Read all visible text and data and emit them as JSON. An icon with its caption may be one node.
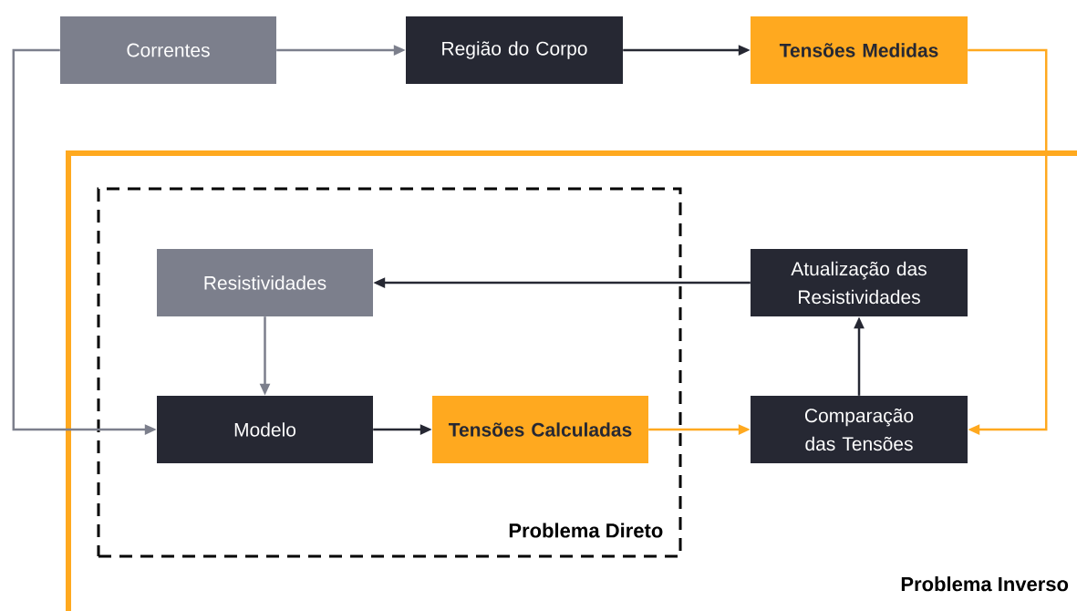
{
  "diagram": {
    "nodes": [
      {
        "text": [
          "Problema Inverso"
        ]
      },
      {
        "text": [
          "Problema Direto"
        ],
        "in": 0
      },
      {
        "text": [
          "Correntes"
        ]
      },
      {
        "text": [
          "Região do Corpo"
        ]
      },
      {
        "text": [
          "Tensões Medidas"
        ]
      },
      {
        "text": [
          "Resistividades"
        ],
        "in": 1
      },
      {
        "text": [
          "Modelo"
        ],
        "in": 1
      },
      {
        "text": [
          "Tensões Calculadas"
        ],
        "in": 1
      },
      {
        "text": [
          "Atualização das Resistividades"
        ],
        "in": 0
      },
      {
        "text": [
          "Comparação das Tensões"
        ],
        "in": 0
      }
    ],
    "edges": [
      {
        "from": 2,
        "to": 3,
        "arrow": "to",
        "color": "#7c7f8c"
      },
      {
        "from": 3,
        "to": 4,
        "arrow": "to"
      },
      {
        "from": 4,
        "to": 9,
        "arrow": "to",
        "color": "#ffa91f"
      },
      {
        "from": 2,
        "to": 6,
        "arrow": "to",
        "color": "#7c7f8c"
      },
      {
        "from": 5,
        "to": 6,
        "arrow": "to",
        "color": "#7c7f8c"
      },
      {
        "from": 6,
        "to": 7,
        "arrow": "to"
      },
      {
        "from": 7,
        "to": 9,
        "arrow": "to",
        "color": "#ffa91f"
      },
      {
        "from": 9,
        "to": 8,
        "arrow": "to"
      },
      {
        "from": 8,
        "to": 5,
        "arrow": "to"
      }
    ]
  }
}
